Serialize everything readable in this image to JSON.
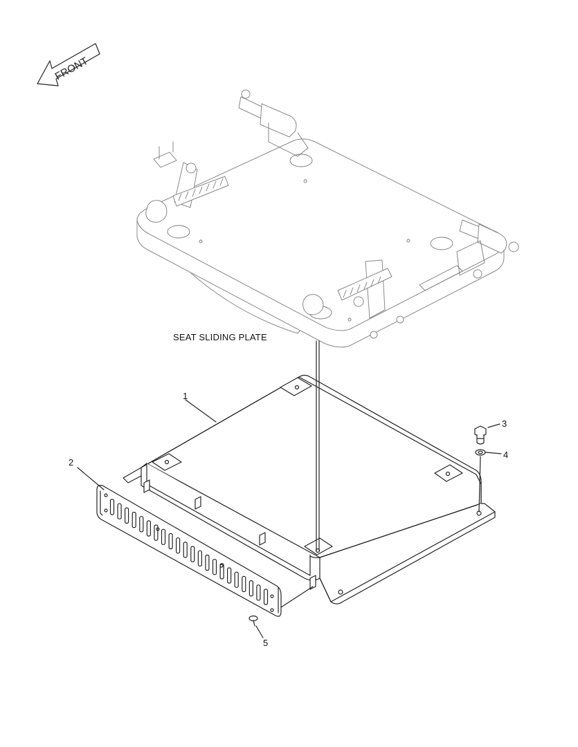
{
  "diagram": {
    "front_arrow": {
      "text": "FRONT"
    },
    "reference_label": "SEAT SLIDING PLATE",
    "callouts": [
      {
        "id": "1",
        "text": "1"
      },
      {
        "id": "2",
        "text": "2"
      },
      {
        "id": "3",
        "text": "3"
      },
      {
        "id": "4",
        "text": "4"
      },
      {
        "id": "5",
        "text": "5"
      }
    ]
  }
}
